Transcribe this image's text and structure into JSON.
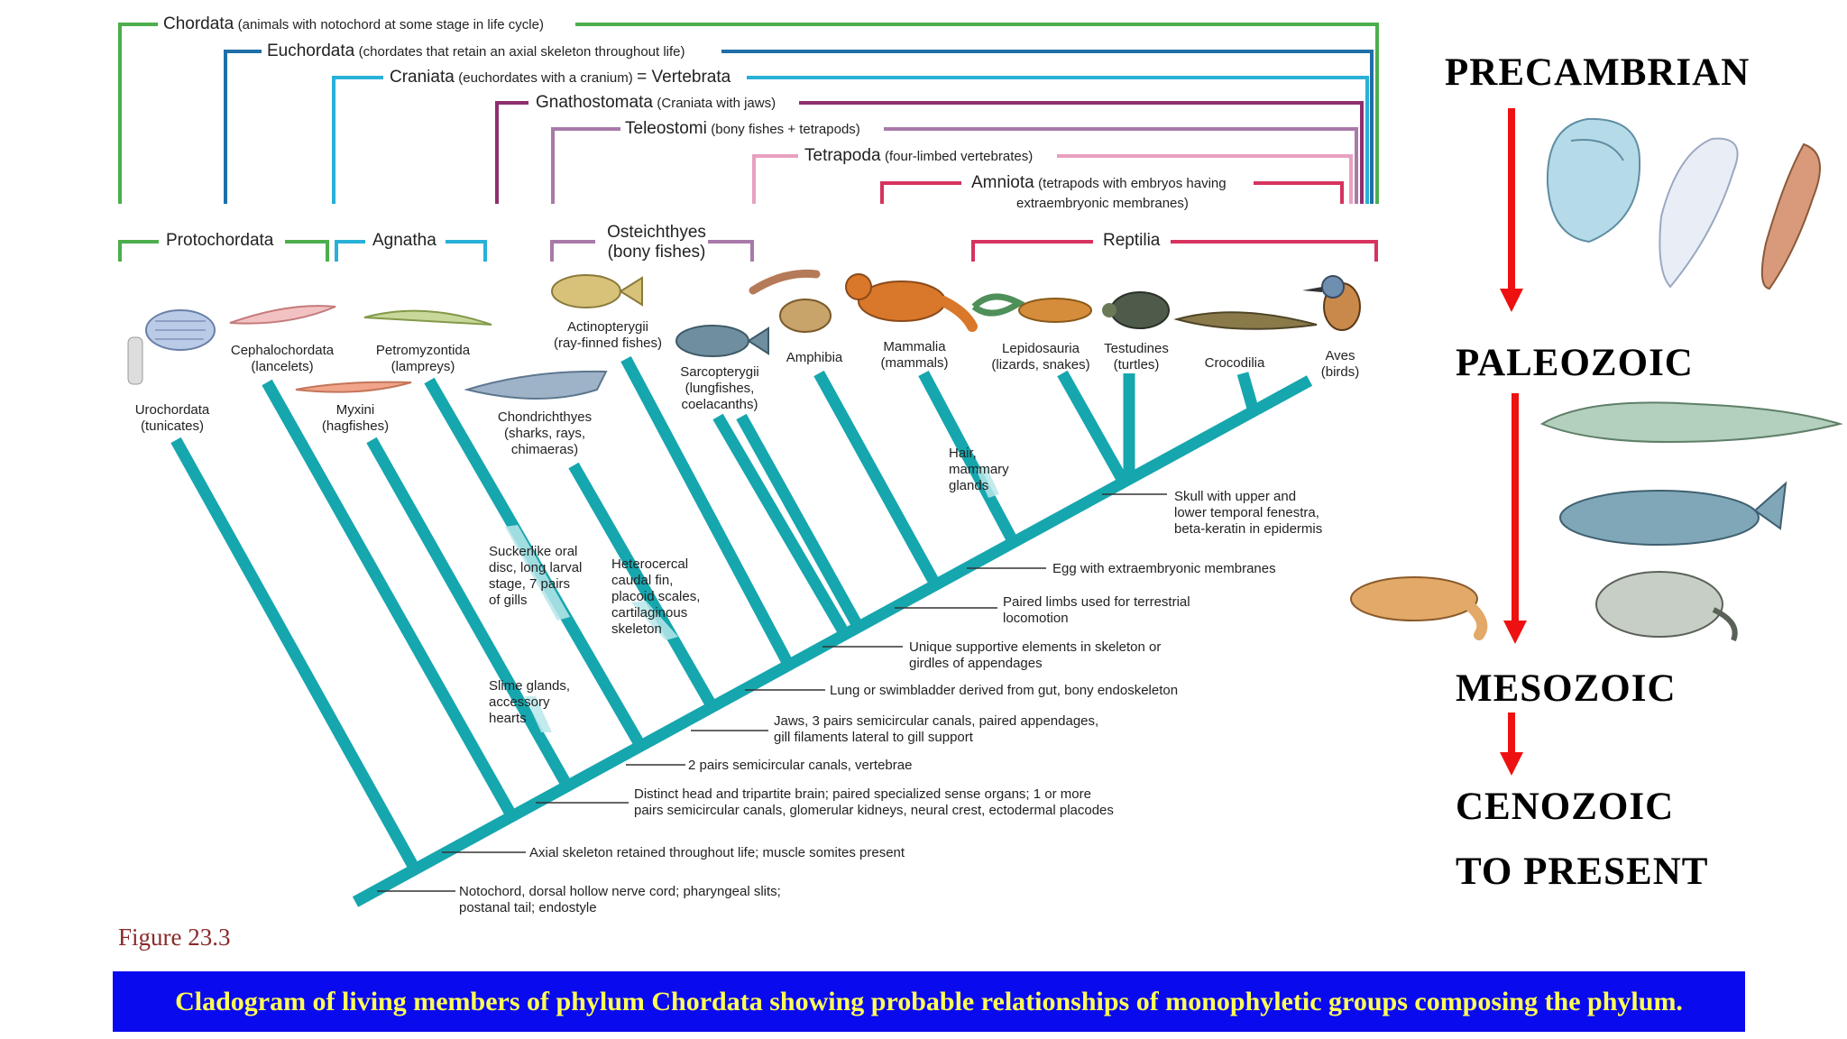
{
  "clades": {
    "chordata": {
      "name": "Chordata",
      "desc": "(animals with notochord at some stage in life cycle)"
    },
    "euchordata": {
      "name": "Euchordata",
      "desc": "(chordates that retain an axial skeleton throughout life)"
    },
    "craniata": {
      "name": "Craniata",
      "desc": "(euchordates with a cranium)",
      "suffix": "= Vertebrata"
    },
    "gnathostomata": {
      "name": "Gnathostomata",
      "desc": "(Craniata with jaws)"
    },
    "teleostomi": {
      "name": "Teleostomi",
      "desc": "(bony fishes + tetrapods)"
    },
    "tetrapoda": {
      "name": "Tetrapoda",
      "desc": "(four-limbed vertebrates)"
    },
    "amniota": {
      "name": "Amniota",
      "desc_line1": "(tetrapods with embryos having",
      "desc_line2": "extraembryonic membranes)"
    }
  },
  "groups": {
    "protochordata": "Protochordata",
    "agnatha": "Agnatha",
    "osteichthyes_line1": "Osteichthyes",
    "osteichthyes_line2": "(bony fishes)",
    "reptilia": "Reptilia"
  },
  "taxa": {
    "urochordata": [
      "Urochordata",
      "(tunicates)"
    ],
    "cephalochordata": [
      "Cephalochordata",
      "(lancelets)"
    ],
    "myxini": [
      "Myxini",
      "(hagfishes)"
    ],
    "petromyzontida": [
      "Petromyzontida",
      "(lampreys)"
    ],
    "chondrichthyes": [
      "Chondrichthyes",
      "(sharks, rays,",
      "chimaeras)"
    ],
    "actinopterygii": [
      "Actinopterygii",
      "(ray-finned fishes)"
    ],
    "sarcopterygii": [
      "Sarcopterygii",
      "(lungfishes,",
      "coelacanths)"
    ],
    "amphibia": [
      "Amphibia"
    ],
    "mammalia": [
      "Mammalia",
      "(mammals)"
    ],
    "lepidosauria": [
      "Lepidosauria",
      "(lizards, snakes)"
    ],
    "testudines": [
      "Testudines",
      "(turtles)"
    ],
    "crocodilia": [
      "Crocodilia"
    ],
    "aves": [
      "Aves",
      "(birds)"
    ]
  },
  "branch_notes": {
    "myxini_note": [
      "Slime glands,",
      "accessory",
      "hearts"
    ],
    "lamprey_note": [
      "Suckerlike oral",
      "disc, long larval",
      "stage, 7 pairs",
      "of gills"
    ],
    "chondrichthyes_note": [
      "Heterocercal",
      "caudal fin,",
      "placoid scales,",
      "cartilaginous",
      "skeleton"
    ],
    "mammal_note": [
      "Hair,",
      "mammary",
      "glands"
    ]
  },
  "synapomorphies": {
    "s1": [
      "Notochord, dorsal hollow nerve cord; pharyngeal slits;",
      "postanal tail; endostyle"
    ],
    "s2": [
      "Axial skeleton retained throughout life; muscle somites present"
    ],
    "s3": [
      "Distinct head and tripartite brain; paired specialized sense organs; 1 or more",
      "pairs semicircular canals, glomerular kidneys, neural crest, ectodermal placodes"
    ],
    "s4": [
      "2 pairs semicircular canals, vertebrae"
    ],
    "s5": [
      "Jaws, 3 pairs semicircular canals, paired appendages,",
      "gill filaments lateral to gill support"
    ],
    "s6": [
      "Lung or swimbladder derived from gut, bony endoskeleton"
    ],
    "s7": [
      "Unique supportive elements in skeleton or",
      "girdles of appendages"
    ],
    "s8": [
      "Paired limbs used for terrestrial",
      "locomotion"
    ],
    "s9": [
      "Egg with extraembryonic membranes"
    ],
    "s10": [
      "Skull with upper and",
      "lower temporal fenestra,",
      "beta-keratin in epidermis"
    ]
  },
  "eras": {
    "e1": "PRECAMBRIAN",
    "e2": "PALEOZOIC",
    "e3": "MESOZOIC",
    "e4": "CENOZOIC",
    "e5": "TO PRESENT"
  },
  "figure_label": "Figure 23.3",
  "caption": "Cladogram of living members of phylum Chordata showing probable relationships of monophyletic groups composing the phylum.",
  "colors": {
    "chordata": "#4cae4c",
    "euchordata": "#1f6fa8",
    "craniata": "#29b0d8",
    "gnathostomata": "#8e2f6e",
    "teleostomi": "#a87aa8",
    "tetrapoda": "#e8a0c0",
    "amniota": "#d6335f",
    "tree": "#16a6ae",
    "arrow": "#ee1111",
    "banner": "#0a0aee",
    "caption": "#ffff55"
  }
}
